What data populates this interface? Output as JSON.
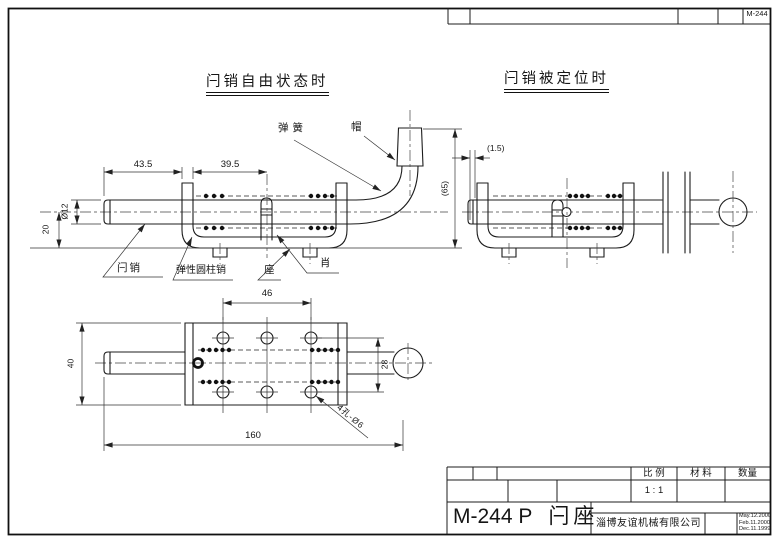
{
  "sheet": {
    "doc_number": "M-244",
    "colors": {
      "ink": "#1c1c1c",
      "paper": "#ffffff"
    },
    "views": {
      "free_state": {
        "title": "闩销自由状态时",
        "labels": {
          "spring": "弹簧",
          "cap": "帽",
          "latch_pin": "闩销",
          "elastic_pin": "弹性圆柱销",
          "seat": "座",
          "pin": "肖"
        },
        "dims": {
          "d43_5": "43.5",
          "d39_5": "39.5",
          "dia12": "Ø12",
          "d20": "20",
          "d65": "(65)"
        }
      },
      "positioned_state": {
        "title": "闩销被定位时",
        "dims": {
          "d1_5": "(1.5)"
        }
      },
      "top_view": {
        "dims": {
          "d46": "46",
          "d40": "40",
          "d28": "28",
          "d160": "160",
          "holes": "4孔-Ø6"
        }
      }
    },
    "title_block": {
      "scale_header": "比 例",
      "material_header": "材 料",
      "qty_header": "数量",
      "scale_value": "1 : 1",
      "part_number": "M-244 P",
      "part_name": "闩座",
      "company": "淄博友谊机械有限公司",
      "dates": [
        "May.12.2000",
        "Feb.11.2000",
        "Dec.11.1999"
      ]
    }
  }
}
